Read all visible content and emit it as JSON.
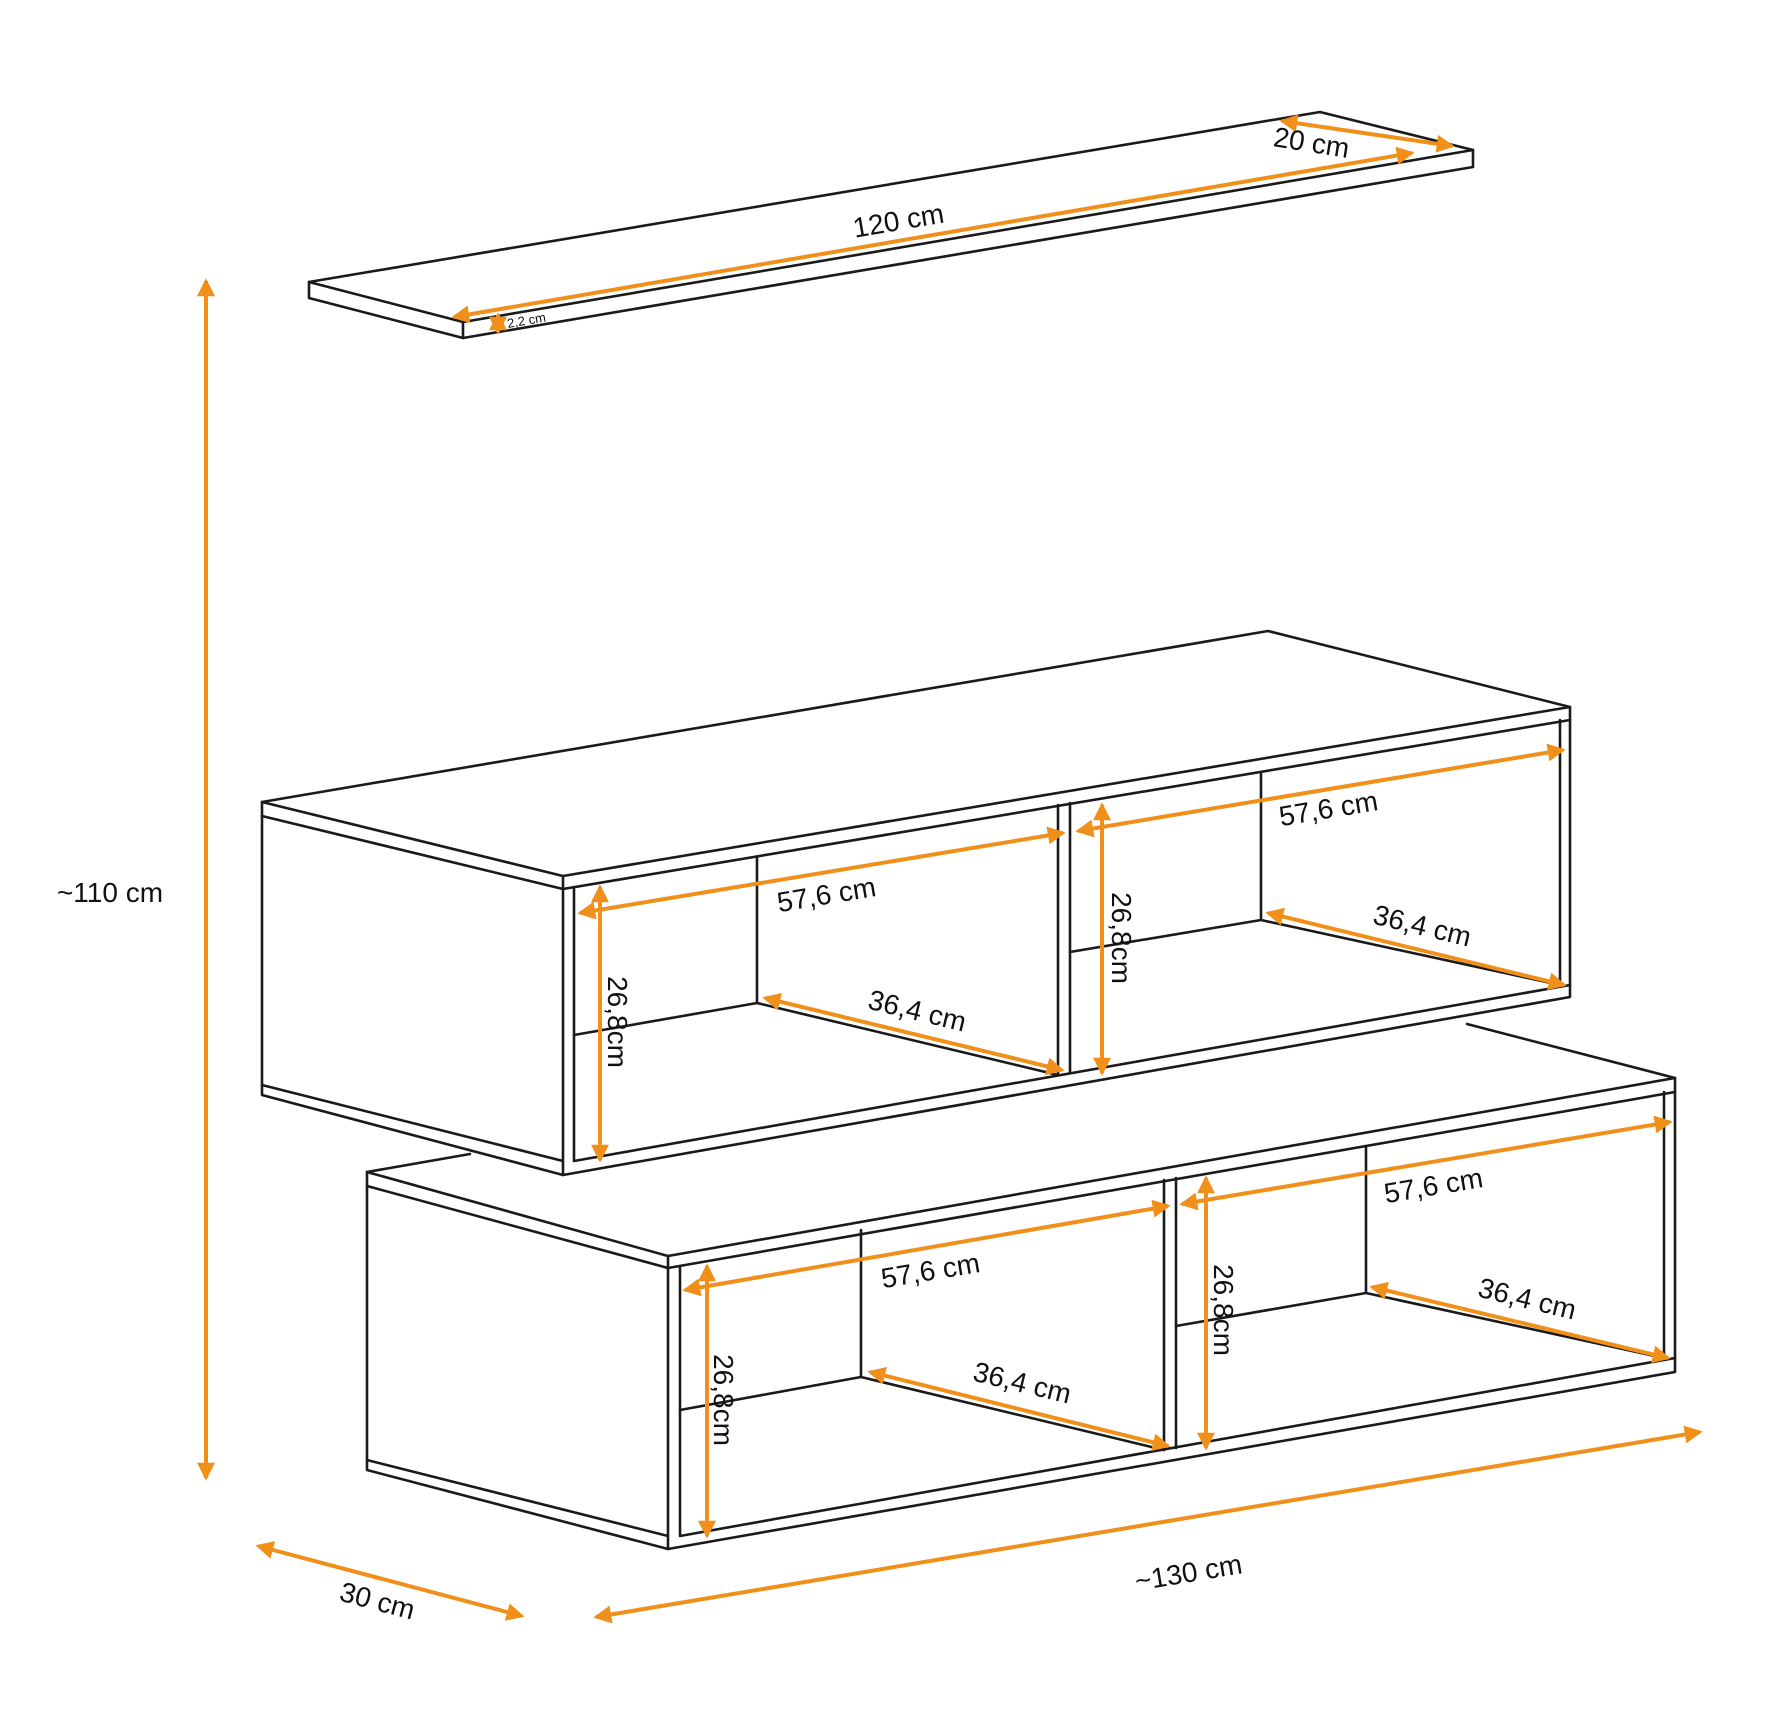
{
  "colors": {
    "dimension": "#f0901a",
    "outline": "#1a1a1a",
    "background": "#ffffff"
  },
  "shelf": {
    "length_label": "120 cm",
    "depth_label": "20 cm",
    "thickness_label": "2,2 cm"
  },
  "overall": {
    "height_label": "~110 cm",
    "width_label": "~130 cm",
    "depth_label": "30 cm"
  },
  "upper_cabinet": {
    "left_compartment": {
      "width_label": "57,6 cm",
      "depth_label": "36,4 cm",
      "height_label": "26,8cm"
    },
    "right_compartment": {
      "width_label": "57,6 cm",
      "depth_label": "36,4 cm",
      "height_label": "26,8cm"
    }
  },
  "lower_cabinet": {
    "left_compartment": {
      "width_label": "57,6 cm",
      "depth_label": "36,4 cm",
      "height_label": "26,8cm"
    },
    "right_compartment": {
      "width_label": "57,6 cm",
      "depth_label": "36,4 cm",
      "height_label": "26,8cm"
    }
  }
}
